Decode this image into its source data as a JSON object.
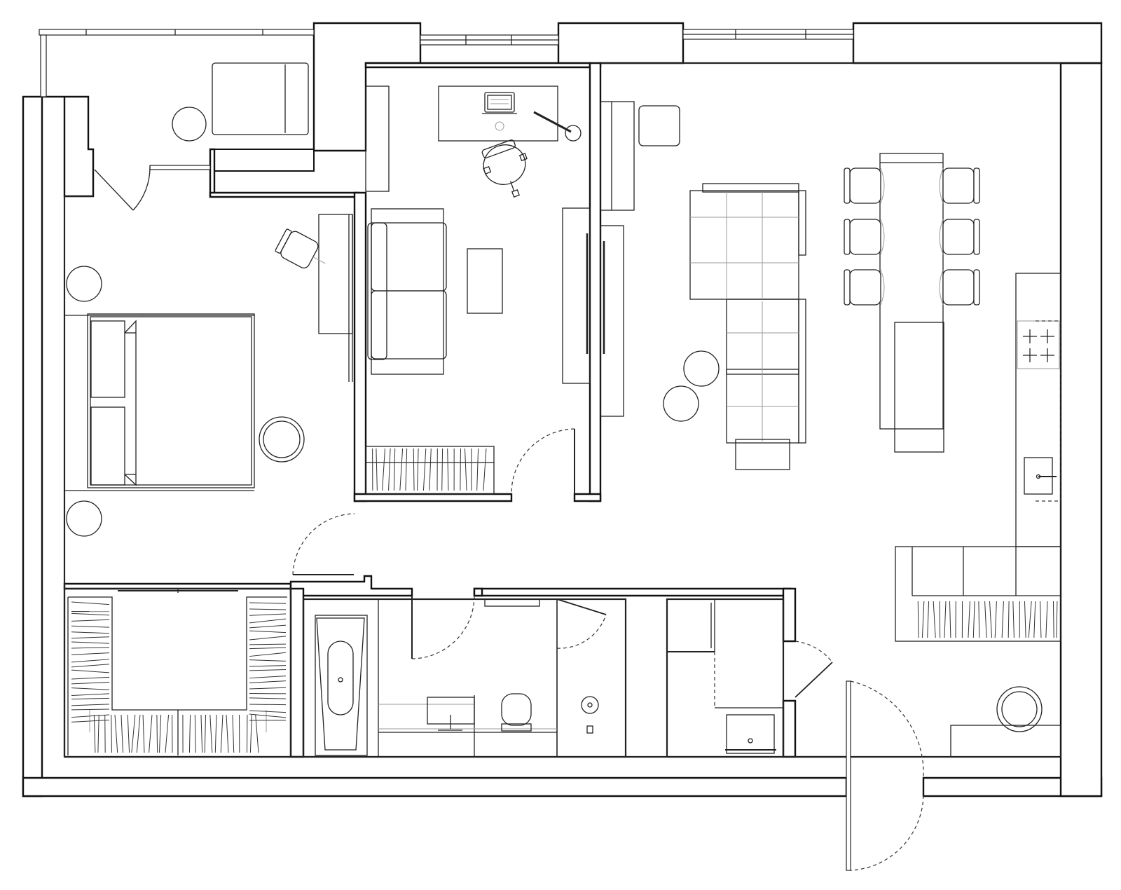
{
  "plan": {
    "title": "",
    "colors": {
      "line": "#111111",
      "fill": "#ffffff",
      "light_line": "#9a9a9a"
    },
    "rooms": [
      "balcony",
      "bedroom",
      "study",
      "living-dining-kitchen",
      "walk-in-closet",
      "bathroom",
      "laundry",
      "entrance-hall"
    ]
  }
}
